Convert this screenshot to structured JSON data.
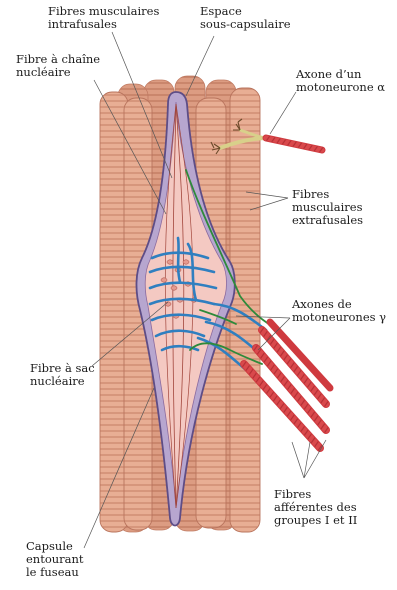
{
  "labels": {
    "intrafusal": [
      "Fibres musculaires",
      "intrafusales"
    ],
    "subcapsular": [
      "Espace",
      "sous-capsulaire"
    ],
    "nuclear_chain": [
      "Fibre à chaîne",
      "nucléaire"
    ],
    "alpha_axon": [
      "Axone d’un",
      "motoneurone α"
    ],
    "extrafusal": [
      "Fibres",
      "musculaires",
      "extrafusales"
    ],
    "gamma_axons": [
      "Axones de",
      "motoneurones γ"
    ],
    "nuclear_bag": [
      "Fibre à sac",
      "nucléaire"
    ],
    "afferent": [
      "Fibres",
      "afférentes des",
      "groupes I et II"
    ],
    "capsule": [
      "Capsule",
      "entourant",
      "le fuseau"
    ]
  },
  "colors": {
    "muscle_fiber": "#e8ae94",
    "muscle_stripe": "#cf8c72",
    "capsule": "#b7a6cf",
    "spindle_inner": "#f4c9c2",
    "afferent_nerve": "#2f7fc0",
    "gamma_nerve": "#2e8a3a",
    "alpha_nerve": "#d8d08a",
    "axon_bundle": "#cf3a3f"
  }
}
